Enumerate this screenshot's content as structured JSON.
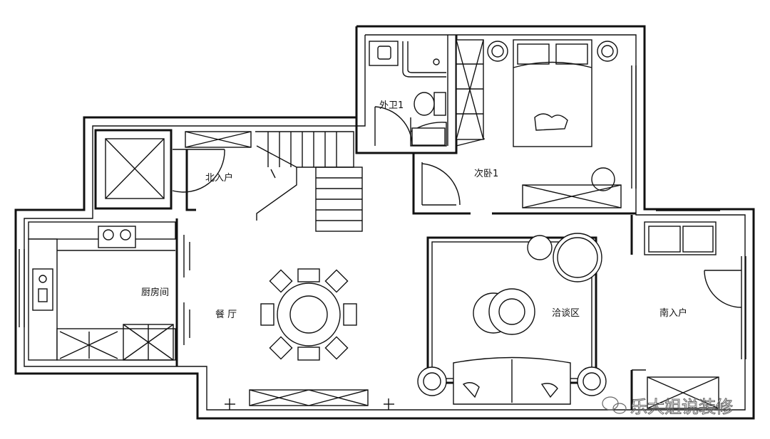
{
  "rooms": {
    "bath": "外卫1",
    "north_entry": "北入户",
    "bedroom": "次卧1",
    "kitchen": "厨房间",
    "dining": "餐 厅",
    "lounge": "洽谈区",
    "south_entry": "南入户"
  },
  "watermark": "乐大姐说装修",
  "icons": {
    "watermark": "wechat-logo-icon"
  }
}
